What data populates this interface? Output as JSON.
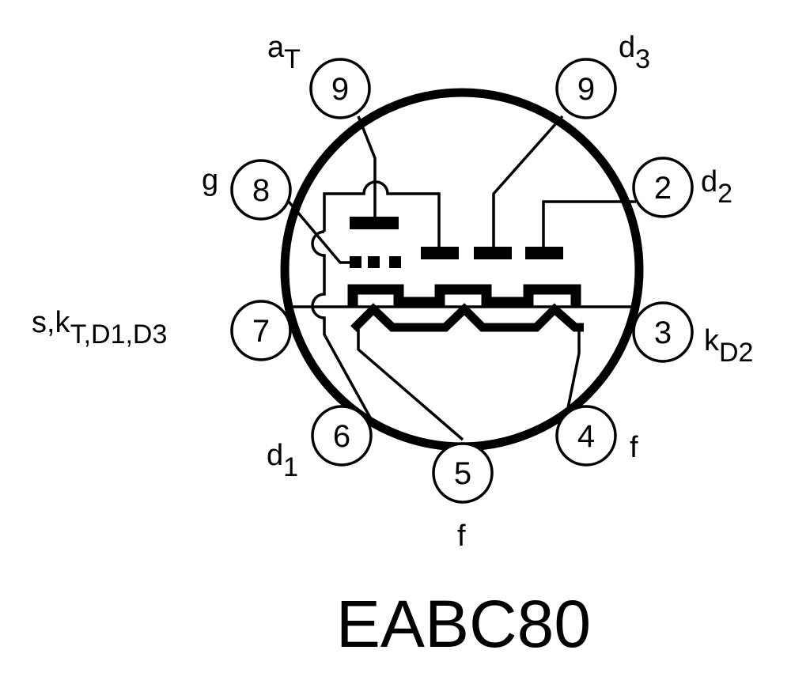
{
  "title": "EABC80",
  "pins": [
    {
      "id": "pin-9-left",
      "number": "9",
      "label": "a",
      "sub": "T"
    },
    {
      "id": "pin-9-right",
      "number": "9",
      "label": "d",
      "sub": "3"
    },
    {
      "id": "pin-8",
      "number": "8",
      "label": "g",
      "sub": ""
    },
    {
      "id": "pin-2",
      "number": "2",
      "label": "d",
      "sub": "2"
    },
    {
      "id": "pin-7",
      "number": "7",
      "label": "s,k",
      "sub": "T,D1,D3"
    },
    {
      "id": "pin-3",
      "number": "3",
      "label": "k",
      "sub": "D2"
    },
    {
      "id": "pin-6",
      "number": "6",
      "label": "d",
      "sub": "1"
    },
    {
      "id": "pin-4",
      "number": "4",
      "label": "f",
      "sub": ""
    },
    {
      "id": "pin-5",
      "number": "5",
      "label": "f",
      "sub": ""
    }
  ]
}
